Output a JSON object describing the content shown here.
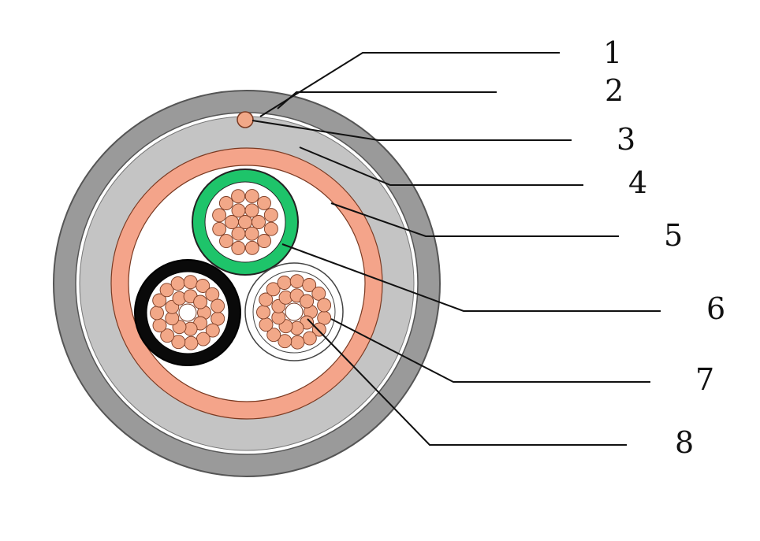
{
  "colors": {
    "background": "#ffffff",
    "outer_sheath": "#9a9a9a",
    "sheath_outline": "#555555",
    "filler_gray": "#c4c4c4",
    "copper_band": "#f4a48a",
    "copper_strand": "#f2a888",
    "strand_outline": "#7a3a22",
    "green_insulation": "#1ec46a",
    "black_insulation": "#0a0a0a",
    "leader_line": "#111111"
  },
  "diagram": {
    "components": [
      {
        "id": "1",
        "label": "1"
      },
      {
        "id": "2",
        "label": "2"
      },
      {
        "id": "3",
        "label": "3"
      },
      {
        "id": "4",
        "label": "4"
      },
      {
        "id": "5",
        "label": "5"
      },
      {
        "id": "6",
        "label": "6"
      },
      {
        "id": "7",
        "label": "7"
      },
      {
        "id": "8",
        "label": "8"
      }
    ]
  }
}
